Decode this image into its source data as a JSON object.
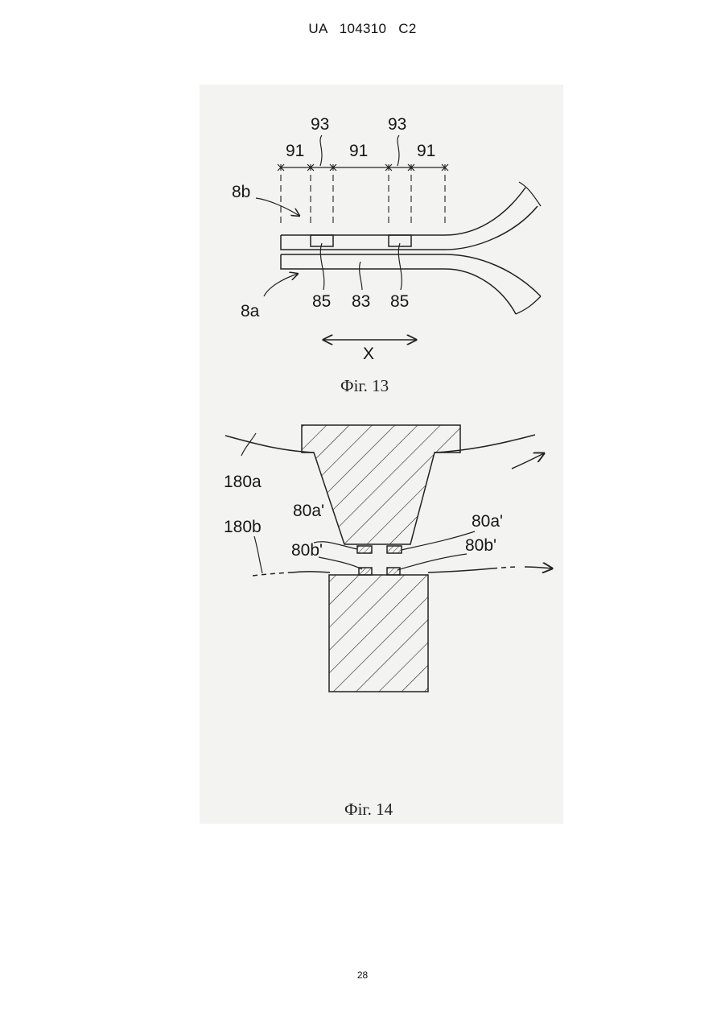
{
  "header": {
    "text": "UA   104310   C2"
  },
  "fig13": {
    "caption": "Фіг. 13",
    "labels": {
      "l93a": "93",
      "l93b": "93",
      "l91a": "91",
      "l91b": "91",
      "l91c": "91",
      "l8b": "8b",
      "l8a": "8a",
      "l85a": "85",
      "l83": "83",
      "l85b": "85",
      "lX": "X"
    }
  },
  "fig14": {
    "caption": "Фіг. 14",
    "labels": {
      "l180a": "180a",
      "l180b": "180b",
      "l80a1": "80a'",
      "l80a2": "80a'",
      "l80b1": "80b'",
      "l80b2": "80b'"
    }
  },
  "footer": {
    "page_number": "28"
  }
}
